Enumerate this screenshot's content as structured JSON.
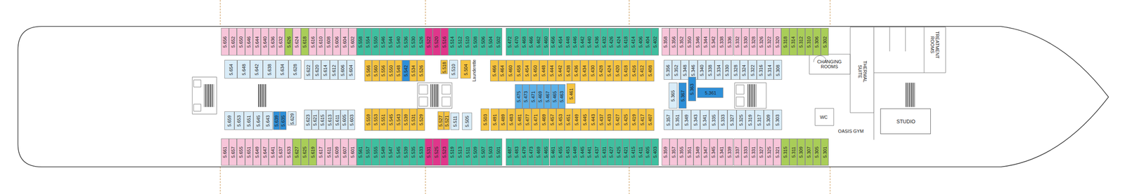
{
  "diagram": {
    "nodes": [
      {
        "text": [
          "5.656"
        ]
      },
      {
        "text": [
          "5.652"
        ]
      },
      {
        "text": [
          "5.650"
        ]
      },
      {
        "text": [
          "5.646"
        ]
      },
      {
        "text": [
          "5.644"
        ]
      },
      {
        "text": [
          "5.640"
        ]
      },
      {
        "text": [
          "5.636"
        ]
      },
      {
        "text": [
          "5.632"
        ]
      },
      {
        "text": [
          "5.626"
        ]
      },
      {
        "text": [
          "5.624"
        ]
      },
      {
        "text": [
          "5.618"
        ]
      },
      {
        "text": [
          "5.616"
        ]
      },
      {
        "text": [
          "5.610"
        ]
      },
      {
        "text": [
          "5.608"
        ]
      },
      {
        "text": [
          "5.606"
        ]
      },
      {
        "text": [
          "5.604"
        ]
      },
      {
        "text": [
          "5.602"
        ]
      },
      {
        "text": [
          "5.558"
        ]
      },
      {
        "text": [
          "5.554"
        ]
      },
      {
        "text": [
          "5.550"
        ]
      },
      {
        "text": [
          "5.546"
        ]
      },
      {
        "text": [
          "5.544"
        ]
      },
      {
        "text": [
          "5.540"
        ]
      },
      {
        "text": [
          "5.536"
        ]
      },
      {
        "text": [
          "5.530"
        ]
      },
      {
        "text": [
          "5.526"
        ]
      },
      {
        "text": [
          "5.522"
        ]
      },
      {
        "text": [
          "5.520"
        ]
      },
      {
        "text": [
          "5.516"
        ]
      },
      {
        "text": [
          "5.514"
        ]
      },
      {
        "text": [
          "5.512"
        ]
      },
      {
        "text": [
          "5.510"
        ]
      },
      {
        "text": [
          "5.508"
        ]
      },
      {
        "text": [
          "5.506"
        ]
      },
      {
        "text": [
          "5.504"
        ]
      },
      {
        "text": [
          "5.502"
        ]
      },
      {
        "text": [
          "5.472"
        ]
      },
      {
        "text": [
          "5.470"
        ]
      },
      {
        "text": [
          "5.468"
        ]
      },
      {
        "text": [
          "5.466"
        ]
      },
      {
        "text": [
          "5.462"
        ]
      },
      {
        "text": [
          "5.460"
        ]
      },
      {
        "text": [
          "5.456"
        ]
      },
      {
        "text": [
          "5.454"
        ]
      },
      {
        "text": [
          "5.448"
        ]
      },
      {
        "text": [
          "5.446"
        ]
      },
      {
        "text": [
          "5.442"
        ]
      },
      {
        "text": [
          "5.440"
        ]
      },
      {
        "text": [
          "5.436"
        ]
      },
      {
        "text": [
          "5.432"
        ]
      },
      {
        "text": [
          "5.426"
        ]
      },
      {
        "text": [
          "5.424"
        ]
      },
      {
        "text": [
          "5.418"
        ]
      },
      {
        "text": [
          "5.414"
        ]
      },
      {
        "text": [
          "5.406"
        ]
      },
      {
        "text": [
          "5.404"
        ]
      },
      {
        "text": [
          "5.402"
        ]
      },
      {
        "text": [
          "5.358"
        ]
      },
      {
        "text": [
          "5.356"
        ]
      },
      {
        "text": [
          "5.352"
        ]
      },
      {
        "text": [
          "5.350"
        ]
      },
      {
        "text": [
          "5.346"
        ]
      },
      {
        "text": [
          "5.344"
        ]
      },
      {
        "text": [
          "5.342"
        ]
      },
      {
        "text": [
          "5.338"
        ]
      },
      {
        "text": [
          "5.336"
        ]
      },
      {
        "text": [
          "5.332"
        ]
      },
      {
        "text": [
          "5.330"
        ]
      },
      {
        "text": [
          "5.328"
        ]
      },
      {
        "text": [
          "5.326"
        ]
      },
      {
        "text": [
          "5.322"
        ]
      },
      {
        "text": [
          "5.320"
        ]
      },
      {
        "text": [
          "5.318"
        ]
      },
      {
        "text": [
          "5.314"
        ]
      },
      {
        "text": [
          "5.312"
        ]
      },
      {
        "text": [
          "5.310"
        ]
      },
      {
        "text": [
          "5.306"
        ]
      },
      {
        "text": [
          "5.302"
        ]
      },
      {
        "text": [
          "5.654"
        ]
      },
      {
        "text": [
          "5.648"
        ]
      },
      {
        "text": [
          "5.642"
        ]
      },
      {
        "text": [
          "5.638"
        ]
      },
      {
        "text": [
          "5.634"
        ]
      },
      {
        "text": [
          "5.628"
        ]
      },
      {
        "text": [
          "5.622"
        ]
      },
      {
        "text": [
          "5.620"
        ]
      },
      {
        "text": [
          "5.614"
        ]
      },
      {
        "text": [
          "5.612"
        ]
      },
      {
        "text": [
          "5.606"
        ]
      },
      {
        "text": [
          "5.604"
        ]
      },
      {
        "text": [
          "5.566"
        ]
      },
      {
        "text": [
          "5.560"
        ]
      },
      {
        "text": [
          "5.556"
        ]
      },
      {
        "text": [
          "5.550"
        ]
      },
      {
        "text": [
          "5.548"
        ]
      },
      {
        "text": [
          "5.542"
        ]
      },
      {
        "text": [
          "5.534"
        ]
      },
      {
        "text": [
          "5.526"
        ]
      },
      {
        "text": [
          "5.518"
        ]
      },
      {
        "text": [
          "5.510"
        ]
      },
      {
        "text": [
          "5.504"
        ]
      },
      {
        "text": [
          "5.466"
        ]
      },
      {
        "text": [
          "5.464"
        ]
      },
      {
        "text": [
          "5.460"
        ]
      },
      {
        "text": [
          "5.458"
        ]
      },
      {
        "text": [
          "5.454"
        ]
      },
      {
        "text": [
          "5.450"
        ]
      },
      {
        "text": [
          "5.448"
        ]
      },
      {
        "text": [
          "5.444"
        ]
      },
      {
        "text": [
          "5.442"
        ]
      },
      {
        "text": [
          "5.438"
        ]
      },
      {
        "text": [
          "5.436"
        ]
      },
      {
        "text": [
          "5.434"
        ]
      },
      {
        "text": [
          "5.430"
        ]
      },
      {
        "text": [
          "5.428"
        ]
      },
      {
        "text": [
          "5.424"
        ]
      },
      {
        "text": [
          "5.420"
        ]
      },
      {
        "text": [
          "5.418"
        ]
      },
      {
        "text": [
          "5.416"
        ]
      },
      {
        "text": [
          "5.412"
        ]
      },
      {
        "text": [
          "5.408"
        ]
      },
      {
        "text": [
          "5.356"
        ]
      },
      {
        "text": [
          "5.352"
        ]
      },
      {
        "text": [
          "5.348"
        ]
      },
      {
        "text": [
          "5.346"
        ]
      },
      {
        "text": [
          "5.340"
        ]
      },
      {
        "text": [
          "5.338"
        ]
      },
      {
        "text": [
          "5.334"
        ]
      },
      {
        "text": [
          "5.330"
        ]
      },
      {
        "text": [
          "5.328"
        ]
      },
      {
        "text": [
          "5.324"
        ]
      },
      {
        "text": [
          "5.322"
        ]
      },
      {
        "text": [
          "5.316"
        ]
      },
      {
        "text": [
          "5.314"
        ]
      },
      {
        "text": [
          "5.308"
        ]
      },
      {
        "text": [
          "5.475"
        ]
      },
      {
        "text": [
          "5.473"
        ]
      },
      {
        "text": [
          "5.471"
        ]
      },
      {
        "text": [
          "5.469"
        ]
      },
      {
        "text": [
          "5.467"
        ]
      },
      {
        "text": [
          "5.465"
        ]
      },
      {
        "text": [
          "5.463"
        ]
      },
      {
        "text": [
          "5.461"
        ]
      },
      {
        "text": [
          "5.365"
        ]
      },
      {
        "text": [
          "5.367"
        ]
      },
      {
        "text": [
          "5.363"
        ]
      },
      {
        "text": [
          "5.361"
        ]
      },
      {
        "text": [
          "5.659"
        ]
      },
      {
        "text": [
          "5.653"
        ]
      },
      {
        "text": [
          "5.651"
        ]
      },
      {
        "text": [
          "5.645"
        ]
      },
      {
        "text": [
          "5.643"
        ]
      },
      {
        "text": [
          "5.639"
        ]
      },
      {
        "text": [
          "5.635"
        ]
      },
      {
        "text": [
          "5.629"
        ]
      },
      {
        "text": [
          "5.623"
        ]
      },
      {
        "text": [
          "5.621"
        ]
      },
      {
        "text": [
          "5.615"
        ]
      },
      {
        "text": [
          "5.613"
        ]
      },
      {
        "text": [
          "5.611"
        ]
      },
      {
        "text": [
          "5.605"
        ]
      },
      {
        "text": [
          "5.603"
        ]
      },
      {
        "text": [
          "5.559"
        ]
      },
      {
        "text": [
          "5.553"
        ]
      },
      {
        "text": [
          "5.551"
        ]
      },
      {
        "text": [
          "5.545"
        ]
      },
      {
        "text": [
          "5.543"
        ]
      },
      {
        "text": [
          "5.539"
        ]
      },
      {
        "text": [
          "5.531"
        ]
      },
      {
        "text": [
          "5.529"
        ]
      },
      {
        "text": [
          "5.527"
        ]
      },
      {
        "text": [
          "5.521"
        ]
      },
      {
        "text": [
          "5.511"
        ]
      },
      {
        "text": [
          "5.505"
        ]
      },
      {
        "text": [
          "5.503"
        ]
      },
      {
        "text": [
          "5.491"
        ]
      },
      {
        "text": [
          "5.489"
        ]
      },
      {
        "text": [
          "5.483"
        ]
      },
      {
        "text": [
          "5.481"
        ]
      },
      {
        "text": [
          "5.477"
        ]
      },
      {
        "text": [
          "5.471"
        ]
      },
      {
        "text": [
          "5.469"
        ]
      },
      {
        "text": [
          "5.457"
        ]
      },
      {
        "text": [
          "5.453"
        ]
      },
      {
        "text": [
          "5.451"
        ]
      },
      {
        "text": [
          "5.449"
        ]
      },
      {
        "text": [
          "5.445"
        ]
      },
      {
        "text": [
          "5.443"
        ]
      },
      {
        "text": [
          "5.437"
        ]
      },
      {
        "text": [
          "5.433"
        ]
      },
      {
        "text": [
          "5.427"
        ]
      },
      {
        "text": [
          "5.425"
        ]
      },
      {
        "text": [
          "5.419"
        ]
      },
      {
        "text": [
          "5.417"
        ]
      },
      {
        "text": [
          "5.407"
        ]
      },
      {
        "text": [
          "5.357"
        ]
      },
      {
        "text": [
          "5.351"
        ]
      },
      {
        "text": [
          "5.349"
        ]
      },
      {
        "text": [
          "5.343"
        ]
      },
      {
        "text": [
          "5.341"
        ]
      },
      {
        "text": [
          "5.335"
        ]
      },
      {
        "text": [
          "5.333"
        ]
      },
      {
        "text": [
          "5.327"
        ]
      },
      {
        "text": [
          "5.325"
        ]
      },
      {
        "text": [
          "5.319"
        ]
      },
      {
        "text": [
          "5.317"
        ]
      },
      {
        "text": [
          "5.309"
        ]
      },
      {
        "text": [
          "5.303"
        ]
      },
      {
        "text": [
          "5.661"
        ]
      },
      {
        "text": [
          "5.657"
        ]
      },
      {
        "text": [
          "5.655"
        ]
      },
      {
        "text": [
          "5.651"
        ]
      },
      {
        "text": [
          "5.649"
        ]
      },
      {
        "text": [
          "5.647"
        ]
      },
      {
        "text": [
          "5.641"
        ]
      },
      {
        "text": [
          "5.637"
        ]
      },
      {
        "text": [
          "5.633"
        ]
      },
      {
        "text": [
          "5.627"
        ]
      },
      {
        "text": [
          "5.625"
        ]
      },
      {
        "text": [
          "5.619"
        ]
      },
      {
        "text": [
          "5.617"
        ]
      },
      {
        "text": [
          "5.611"
        ]
      },
      {
        "text": [
          "5.609"
        ]
      },
      {
        "text": [
          "5.607"
        ]
      },
      {
        "text": [
          "5.601"
        ]
      },
      {
        "text": [
          "5.561"
        ]
      },
      {
        "text": [
          "5.557"
        ]
      },
      {
        "text": [
          "5.555"
        ]
      },
      {
        "text": [
          "5.549"
        ]
      },
      {
        "text": [
          "5.547"
        ]
      },
      {
        "text": [
          "5.545"
        ]
      },
      {
        "text": [
          "5.539"
        ]
      },
      {
        "text": [
          "5.535"
        ]
      },
      {
        "text": [
          "5.533"
        ]
      },
      {
        "text": [
          "5.531"
        ]
      },
      {
        "text": [
          "5.525"
        ]
      },
      {
        "text": [
          "5.523"
        ]
      },
      {
        "text": [
          "5.519"
        ]
      },
      {
        "text": [
          "5.513"
        ]
      },
      {
        "text": [
          "5.511"
        ]
      },
      {
        "text": [
          "5.509"
        ]
      },
      {
        "text": [
          "5.507"
        ]
      },
      {
        "text": [
          "5.503"
        ]
      },
      {
        "text": [
          "5.501"
        ]
      },
      {
        "text": [
          "5.487"
        ]
      },
      {
        "text": [
          "5.483"
        ]
      },
      {
        "text": [
          "5.479"
        ]
      },
      {
        "text": [
          "5.473"
        ]
      },
      {
        "text": [
          "5.469"
        ]
      },
      {
        "text": [
          "5.465"
        ]
      },
      {
        "text": [
          "5.461"
        ]
      },
      {
        "text": [
          "5.455"
        ]
      },
      {
        "text": [
          "5.453"
        ]
      },
      {
        "text": [
          "5.449"
        ]
      },
      {
        "text": [
          "5.445"
        ]
      },
      {
        "text": [
          "5.441"
        ]
      },
      {
        "text": [
          "5.437"
        ]
      },
      {
        "text": [
          "5.431"
        ]
      },
      {
        "text": [
          "5.427"
        ]
      },
      {
        "text": [
          "5.425"
        ]
      },
      {
        "text": [
          "5.421"
        ]
      },
      {
        "text": [
          "5.415"
        ]
      },
      {
        "text": [
          "5.411"
        ]
      },
      {
        "text": [
          "5.405"
        ]
      },
      {
        "text": [
          "5.403"
        ]
      },
      {
        "text": [
          "5.359"
        ]
      },
      {
        "text": [
          "5.357"
        ]
      },
      {
        "text": [
          "5.355"
        ]
      },
      {
        "text": [
          "5.351"
        ]
      },
      {
        "text": [
          "5.349"
        ]
      },
      {
        "text": [
          "5.347"
        ]
      },
      {
        "text": [
          "5.345"
        ]
      },
      {
        "text": [
          "5.341"
        ]
      },
      {
        "text": [
          "5.339"
        ]
      },
      {
        "text": [
          "5.337"
        ]
      },
      {
        "text": [
          "5.333"
        ]
      },
      {
        "text": [
          "5.331"
        ]
      },
      {
        "text": [
          "5.327"
        ]
      },
      {
        "text": [
          "5.325"
        ]
      },
      {
        "text": [
          "5.321"
        ]
      },
      {
        "text": [
          "5.315"
        ]
      },
      {
        "text": [
          "5.311"
        ]
      },
      {
        "text": [
          "5.309"
        ]
      },
      {
        "text": [
          "5.307"
        ]
      },
      {
        "text": [
          "5.305"
        ]
      },
      {
        "text": [
          "5.301"
        ]
      },
      {
        "text": [
          "STUDIO"
        ]
      }
    ],
    "labels": [
      "Launderette",
      "CHANGING ROOMS",
      "THERMAL SUITE",
      "TREATMENT ROOMS",
      "WC",
      "OASIS GYM"
    ]
  }
}
